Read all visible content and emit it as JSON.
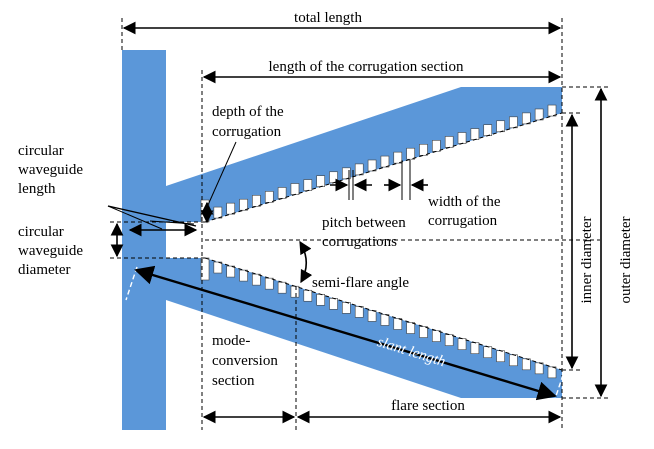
{
  "labels": {
    "total_length": "total length",
    "corrugation_section_length": "length of the corrugation section",
    "corrugation_depth_line1": "depth of the",
    "corrugation_depth_line2": "corrugation",
    "waveguide_length_line1": "circular",
    "waveguide_length_line2": "waveguide",
    "waveguide_length_line3": "length",
    "waveguide_diameter_line1": "circular",
    "waveguide_diameter_line2": "waveguide",
    "waveguide_diameter_line3": "diameter",
    "pitch_line1": "pitch between",
    "pitch_line2": "corrugations",
    "width_line1": "width of the",
    "width_line2": "corrugation",
    "semi_flare_angle": "semi-flare angle",
    "mode_conversion_line1": "mode-",
    "mode_conversion_line2": "conversion",
    "mode_conversion_line3": "section",
    "flare_section": "flare section",
    "slant_length": "slant length",
    "inner_diameter": "inner diameter",
    "outer_diameter": "outer diameter"
  },
  "colors": {
    "metal": "#5b97d9",
    "outline": "#000000",
    "background": "#ffffff"
  }
}
